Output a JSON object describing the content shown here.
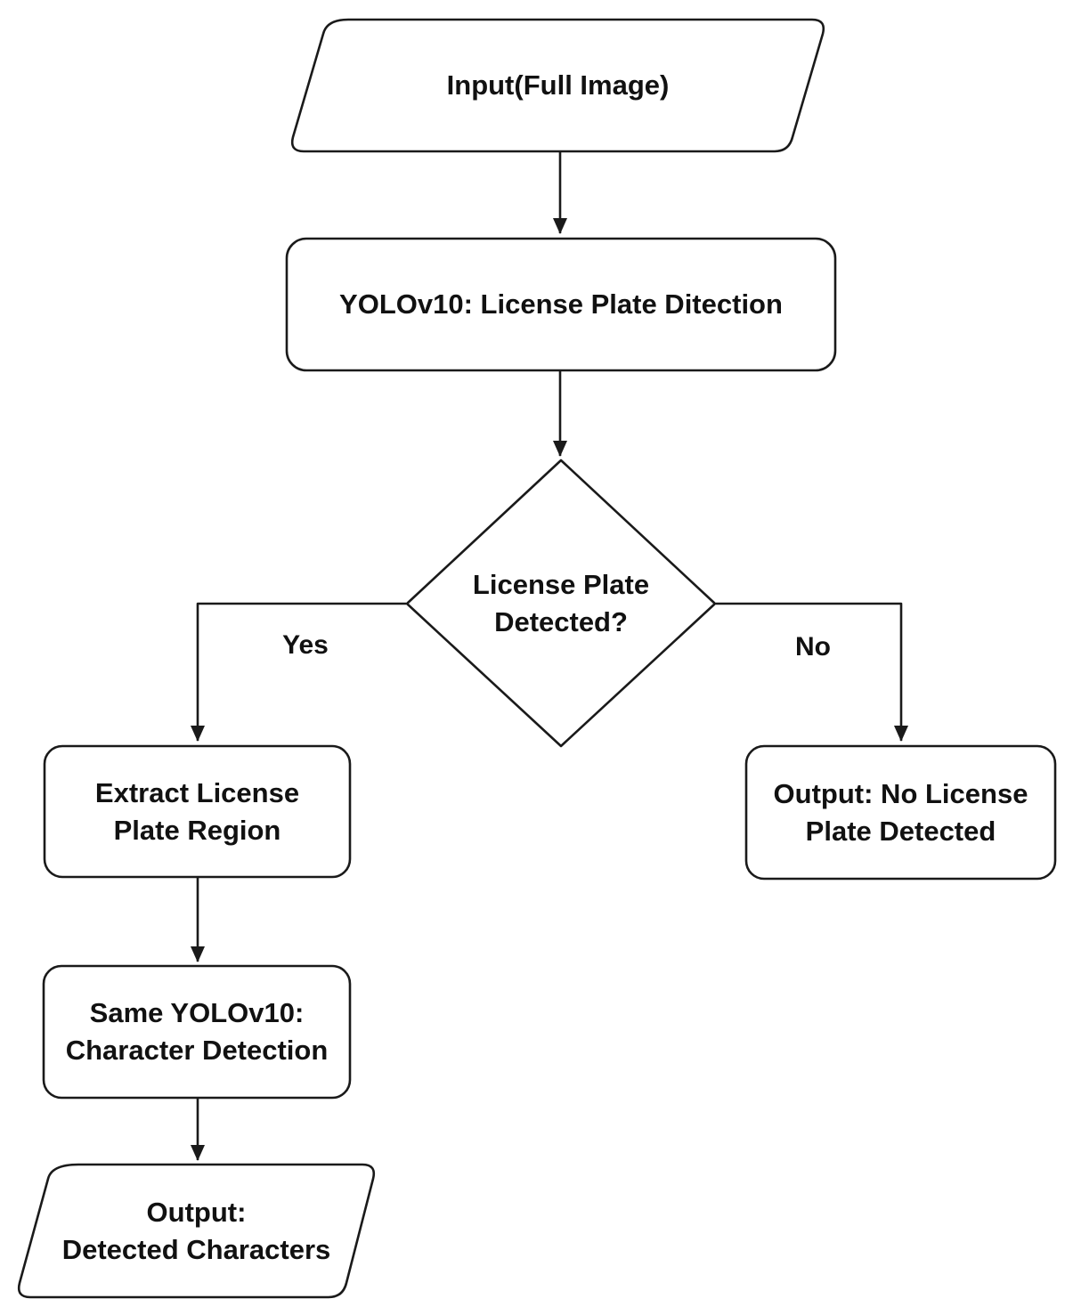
{
  "diagram": {
    "type": "flowchart",
    "background": "#ffffff",
    "stroke_color": "#1a1a1a",
    "text_color": "#111111",
    "nodes": {
      "input": {
        "shape": "parallelogram",
        "lines": {
          "0": "Input(Full Image)"
        }
      },
      "plate_detection": {
        "shape": "rounded-rectangle",
        "lines": {
          "0": "YOLOv10: License Plate Ditection"
        }
      },
      "decision": {
        "shape": "diamond",
        "lines": {
          "0": "License Plate",
          "1": "Detected?"
        }
      },
      "extract_region": {
        "shape": "rounded-rectangle",
        "lines": {
          "0": "Extract License",
          "1": "Plate Region"
        }
      },
      "char_detection": {
        "shape": "rounded-rectangle",
        "lines": {
          "0": "Same YOLOv10:",
          "1": "Character Detection"
        }
      },
      "output_characters": {
        "shape": "parallelogram",
        "lines": {
          "0": "Output:",
          "1": "Detected Characters"
        }
      },
      "output_no_plate": {
        "shape": "rounded-rectangle",
        "lines": {
          "0": "Output: No License",
          "1": "Plate Detected"
        }
      }
    },
    "edges": {
      "yes_label": "Yes",
      "no_label": "No"
    }
  }
}
